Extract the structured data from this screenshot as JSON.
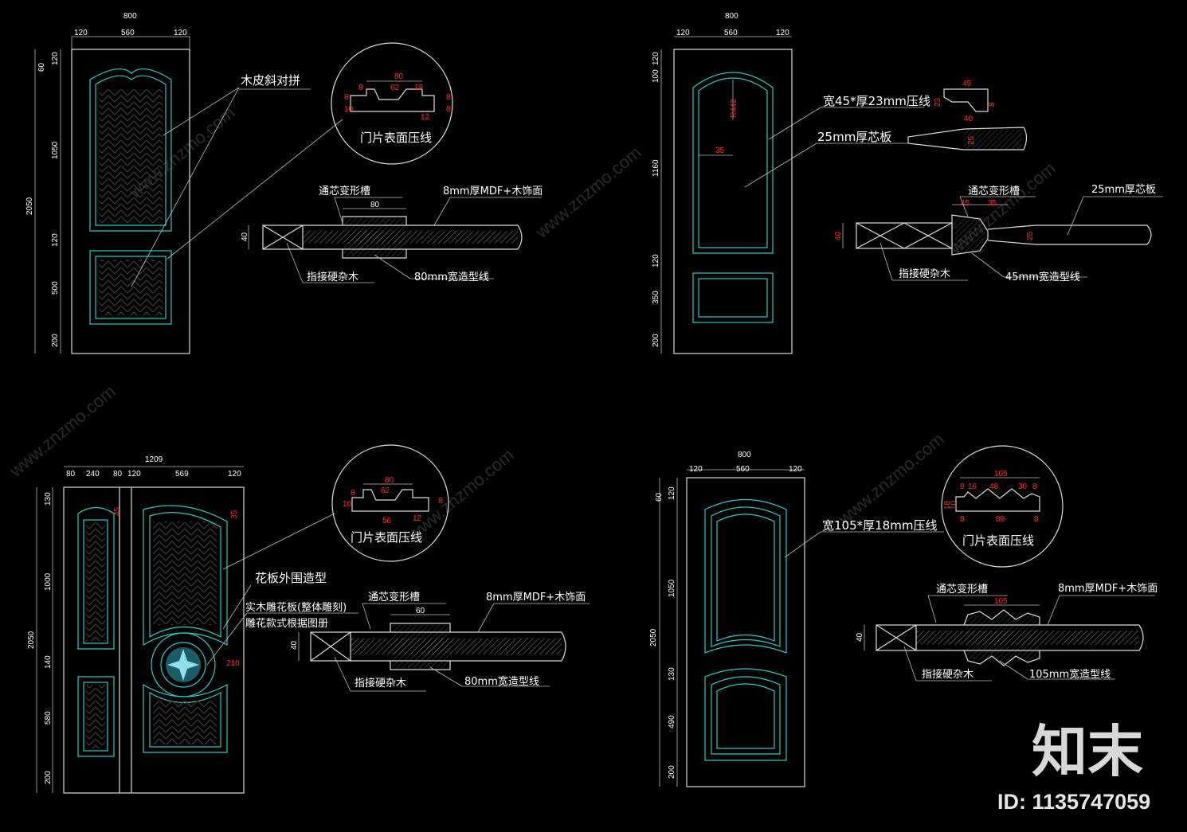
{
  "door1": {
    "top_dims": [
      "800",
      "120",
      "560",
      "120"
    ],
    "left_dims": [
      "2050",
      "60",
      "120",
      "1050",
      "120",
      "500",
      "200"
    ],
    "label_veneer": "木皮斜对拼",
    "detail_dims": [
      "80",
      "62",
      "8",
      "18",
      "8",
      "10",
      "12",
      "8",
      "8"
    ],
    "detail_caption": "门片表面压线",
    "sec_groove": "通芯变形槽",
    "sec_mdf": "8mm厚MDF+木饰面",
    "sec_dim40": "40",
    "sec_dim80": "80",
    "sec_wood": "指接硬杂木",
    "sec_molding": "80mm宽造型线"
  },
  "door2": {
    "top_dims": [
      "800",
      "120",
      "560",
      "120"
    ],
    "left_dims": [
      "120",
      "100",
      "1160",
      "120",
      "350",
      "200"
    ],
    "r_label": "R442",
    "d35": "35",
    "label_molding": "宽45*厚23mm压线",
    "label_core": "25mm厚芯板",
    "mold_dims": [
      "45",
      "40",
      "23",
      "8"
    ],
    "core_dim": "25",
    "sec_groove": "通芯变形槽",
    "sec_core": "25mm厚芯板",
    "sec_dims": [
      "45",
      "35",
      "40",
      "25"
    ],
    "sec_wood": "指接硬杂木",
    "sec_molding": "45mm宽造型线"
  },
  "door3": {
    "top_dims": [
      "1209",
      "80",
      "240",
      "80",
      "120",
      "569",
      "120"
    ],
    "left_dims": [
      "130",
      "1000",
      "2050",
      "140",
      "580",
      "200"
    ],
    "small_dims": [
      "45",
      "35",
      "210"
    ],
    "detail_dims": [
      "80",
      "62",
      "56",
      "8",
      "10",
      "12",
      "8"
    ],
    "detail_caption": "门片表面压线",
    "label_frame": "花板外围造型",
    "label_carve1": "实木雕花板(整体雕刻)",
    "label_carve2": "雕花款式根据图册",
    "sec_groove": "通芯变形槽",
    "sec_mdf": "8mm厚MDF+木饰面",
    "sec_dim40": "40",
    "sec_dim60": "60",
    "sec_wood": "指接硬杂木",
    "sec_molding": "80mm宽造型线"
  },
  "door4": {
    "top_dims": [
      "800",
      "120",
      "560",
      "120"
    ],
    "left_dims": [
      "60",
      "120",
      "1050",
      "2050",
      "130",
      "490",
      "200"
    ],
    "label_molding": "宽105*厚18mm压线",
    "detail_dims": [
      "105",
      "8",
      "16",
      "48",
      "30",
      "8",
      "8",
      "89",
      "8",
      "18",
      "10"
    ],
    "detail_caption": "门片表面压线",
    "sec_groove": "通芯变形槽",
    "sec_mdf": "8mm厚MDF+木饰面",
    "sec_dim40": "40",
    "sec_dim105": "105",
    "sec_wood": "指接硬杂木",
    "sec_molding": "105mm宽造型线"
  },
  "watermark": {
    "url": "www.znzmo.com",
    "logo": "知末",
    "id": "ID: 1135747059"
  }
}
